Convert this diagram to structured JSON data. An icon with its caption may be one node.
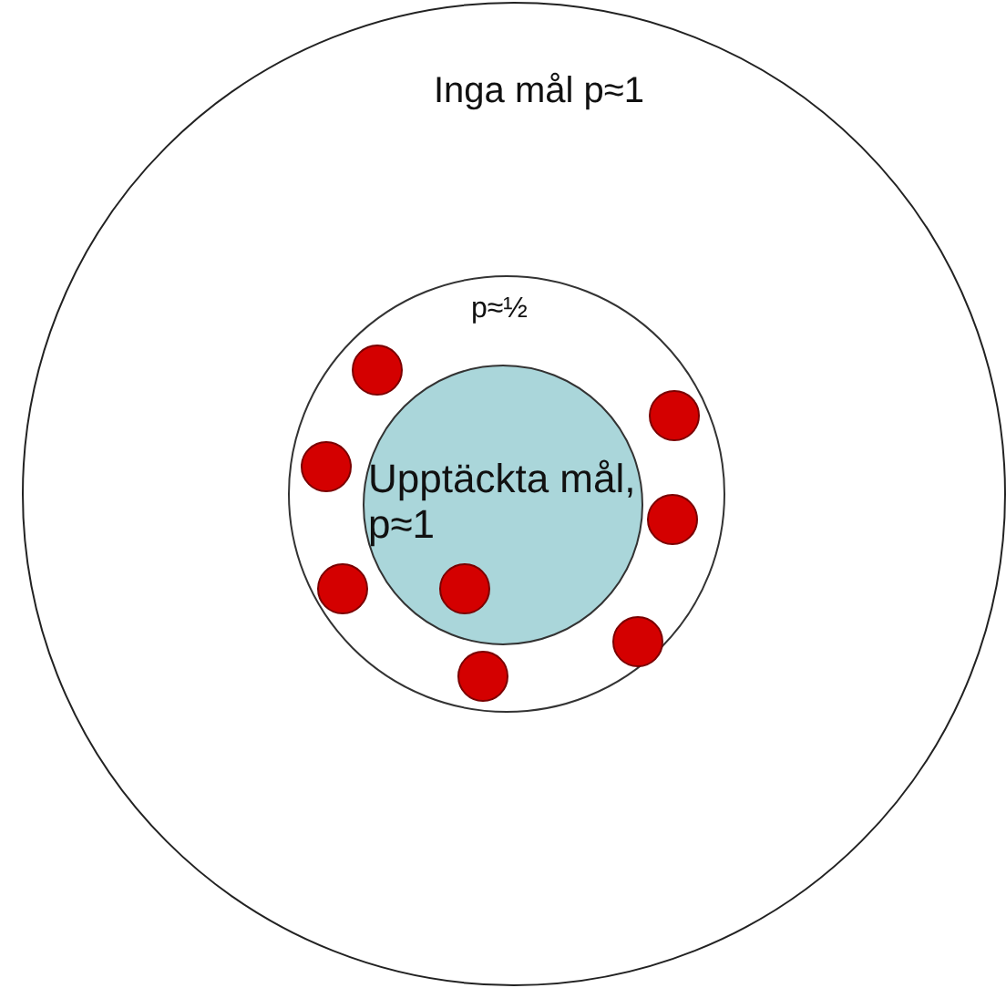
{
  "diagram": {
    "nodes": [
      {
        "text": [
          "Inga mål p≈1"
        ]
      },
      {
        "text": [
          "p≈½"
        ],
        "in": 0
      },
      {
        "text": [
          "Upptäckta mål, p≈1"
        ],
        "in": 1
      },
      {
        "text": [],
        "shape": "circle",
        "in": 1
      },
      {
        "text": [],
        "shape": "circle",
        "in": 1
      },
      {
        "text": [],
        "shape": "circle",
        "in": 1
      },
      {
        "text": [],
        "shape": "circle",
        "in": 1
      },
      {
        "text": [],
        "shape": "circle",
        "in": 1
      },
      {
        "text": [],
        "shape": "circle",
        "in": 2
      },
      {
        "text": [],
        "shape": "circle",
        "in": 1
      },
      {
        "text": [],
        "shape": "circle",
        "in": 1
      }
    ]
  }
}
